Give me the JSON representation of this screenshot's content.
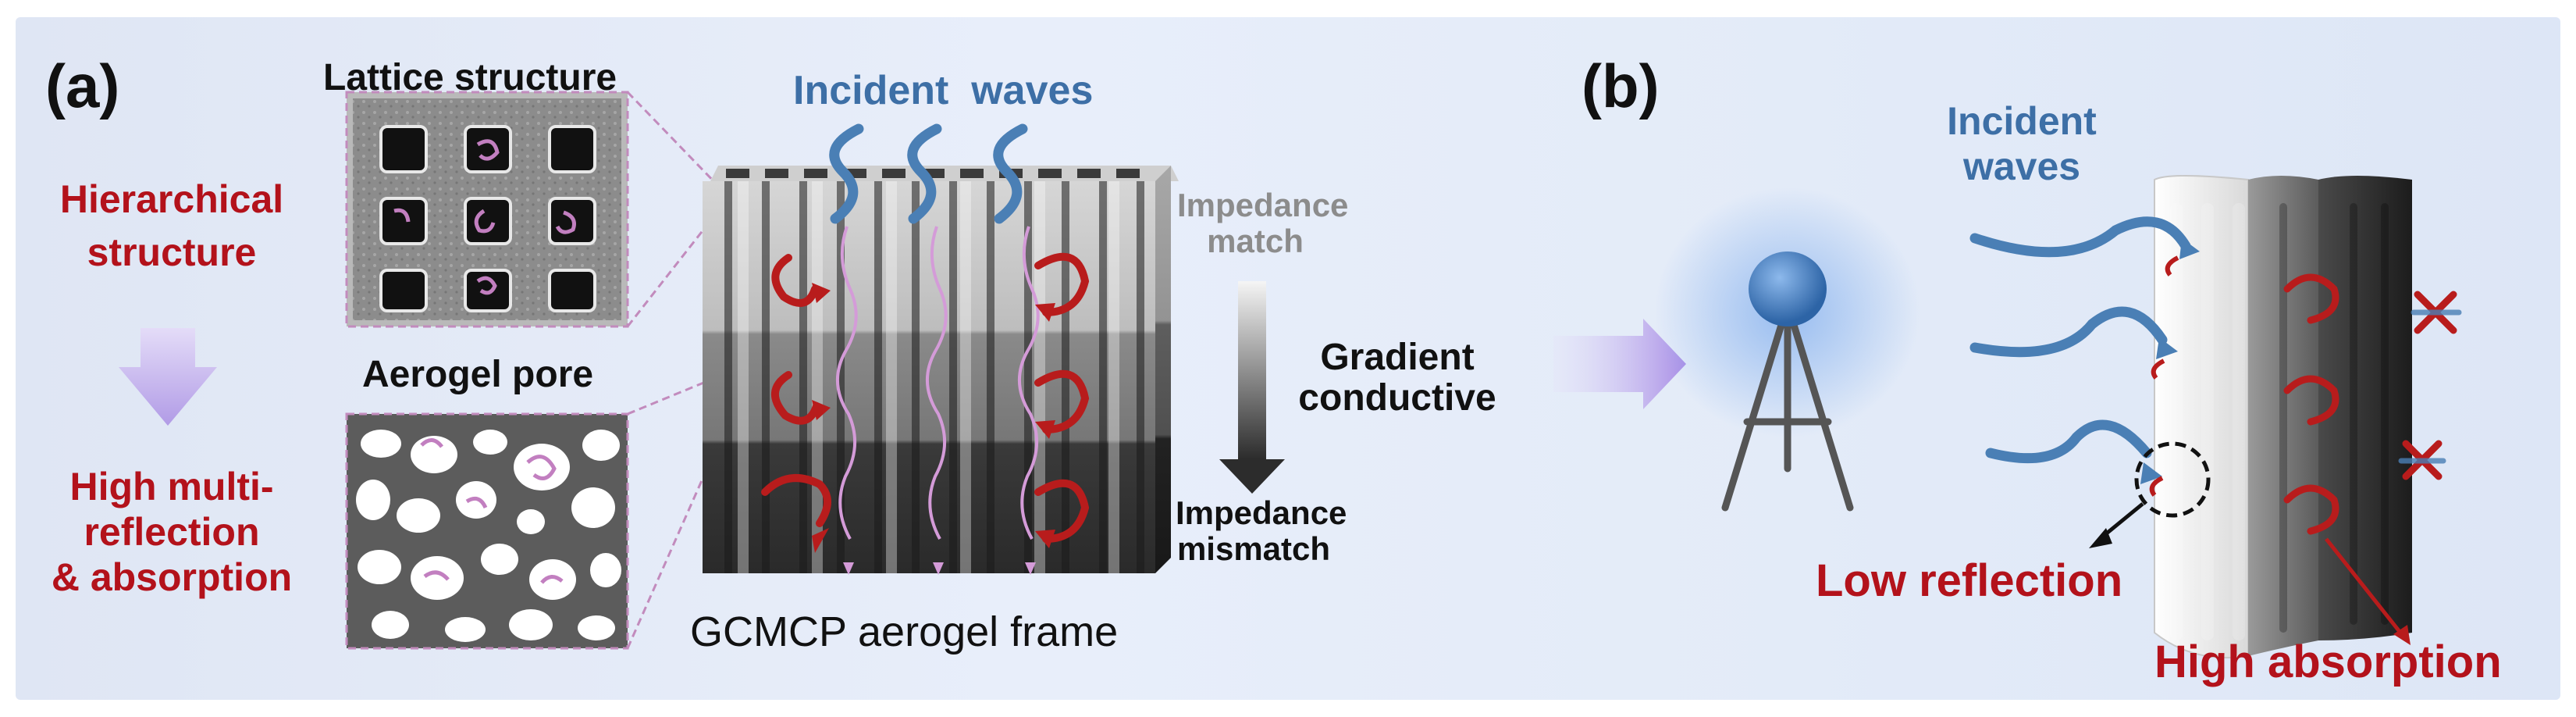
{
  "panel_a": {
    "label": "(a)",
    "hier_line1": "Hierarchical",
    "hier_line2": "structure",
    "high_line1": "High multi-",
    "high_line2": "reflection",
    "high_line3": "& absorption",
    "lattice_title": "Lattice structure",
    "aerogel_title": "Aerogel pore",
    "incident_waves": "Incident  waves",
    "impedance_match_line1": "Impedance",
    "impedance_match_line2": "match",
    "gradient_line1": "Gradient",
    "gradient_line2": "conductive",
    "impedance_mismatch_line1": "Impedance",
    "impedance_mismatch_line2": "mismatch",
    "frame_caption": "GCMCP aerogel frame"
  },
  "panel_b": {
    "label": "(b)",
    "incident_line1": "Incident",
    "incident_line2": "waves",
    "low_reflection": "Low reflection",
    "high_absorption": "High absorption"
  },
  "colors": {
    "red_text": "#b3121b",
    "blue_text": "#3d6fa6",
    "wave_blue": "#4a7fb5",
    "arrow_red": "#b81c1c",
    "pink_dash": "#c78bc0",
    "purple_arrow": "#b79be8"
  }
}
